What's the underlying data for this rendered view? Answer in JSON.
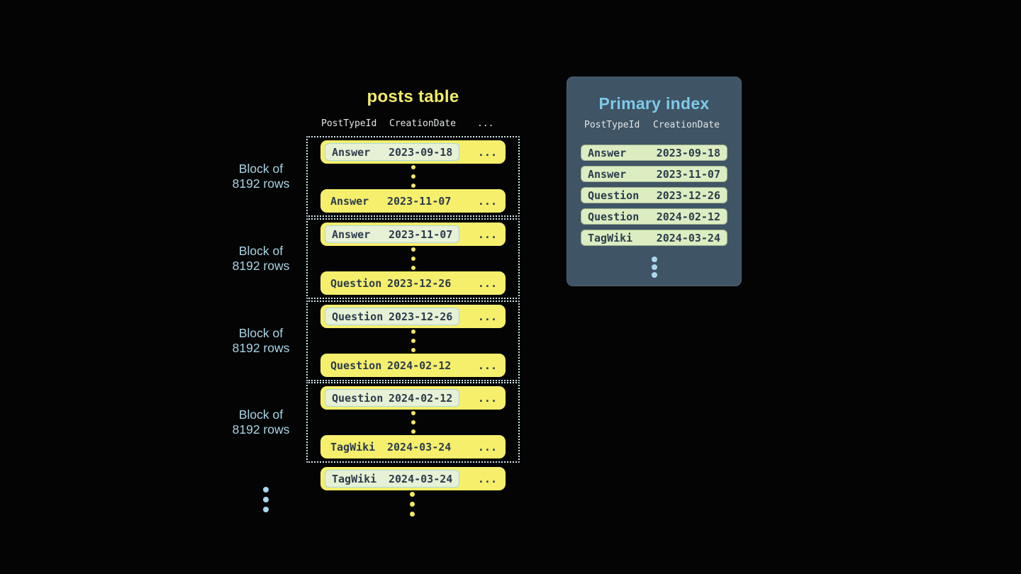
{
  "posts_table": {
    "title": "posts table",
    "header": {
      "col1": "PostTypeId",
      "col2": "CreationDate",
      "col3": "..."
    },
    "ellipsis": "...",
    "blocks": [
      {
        "label1": "Block of",
        "label2": "8192 rows",
        "first_type": "Answer",
        "first_date": "2023-09-18",
        "last_type": "Answer",
        "last_date": "2023-11-07"
      },
      {
        "label1": "Block of",
        "label2": "8192 rows",
        "first_type": "Answer",
        "first_date": "2023-11-07",
        "last_type": "Question",
        "last_date": "2023-12-26"
      },
      {
        "label1": "Block of",
        "label2": "8192 rows",
        "first_type": "Question",
        "first_date": "2023-12-26",
        "last_type": "Question",
        "last_date": "2024-02-12"
      },
      {
        "label1": "Block of",
        "label2": "8192 rows",
        "first_type": "Question",
        "first_date": "2024-02-12",
        "last_type": "TagWiki",
        "last_date": "2024-03-24"
      }
    ],
    "overflow_row": {
      "type": "TagWiki",
      "date": "2024-03-24"
    }
  },
  "primary_index": {
    "title": "Primary index",
    "header": {
      "col1": "PostTypeId",
      "col2": "CreationDate"
    },
    "rows": [
      {
        "type": "Answer",
        "date": "2023-09-18"
      },
      {
        "type": "Answer",
        "date": "2023-11-07"
      },
      {
        "type": "Question",
        "date": "2023-12-26"
      },
      {
        "type": "Question",
        "date": "2024-02-12"
      },
      {
        "type": "TagWiki",
        "date": "2024-03-24"
      }
    ]
  },
  "colors": {
    "background": "#040404",
    "row_yellow": "#F6EF6C",
    "highlight_green": "#E7F1D6",
    "highlight_border_blue": "#A5D8E8",
    "index_pill_green": "#DCEDC2",
    "panel_slate": "#3F5465",
    "title_yellow": "#F2EC68",
    "title_blue": "#7ECAE8",
    "label_blue": "#A8D4E6",
    "dark_text": "#2C3C4C",
    "header_text": "#E3E6E6",
    "dot_blue": "#A8D8EE",
    "dot_yellow": "#F2E95F"
  }
}
